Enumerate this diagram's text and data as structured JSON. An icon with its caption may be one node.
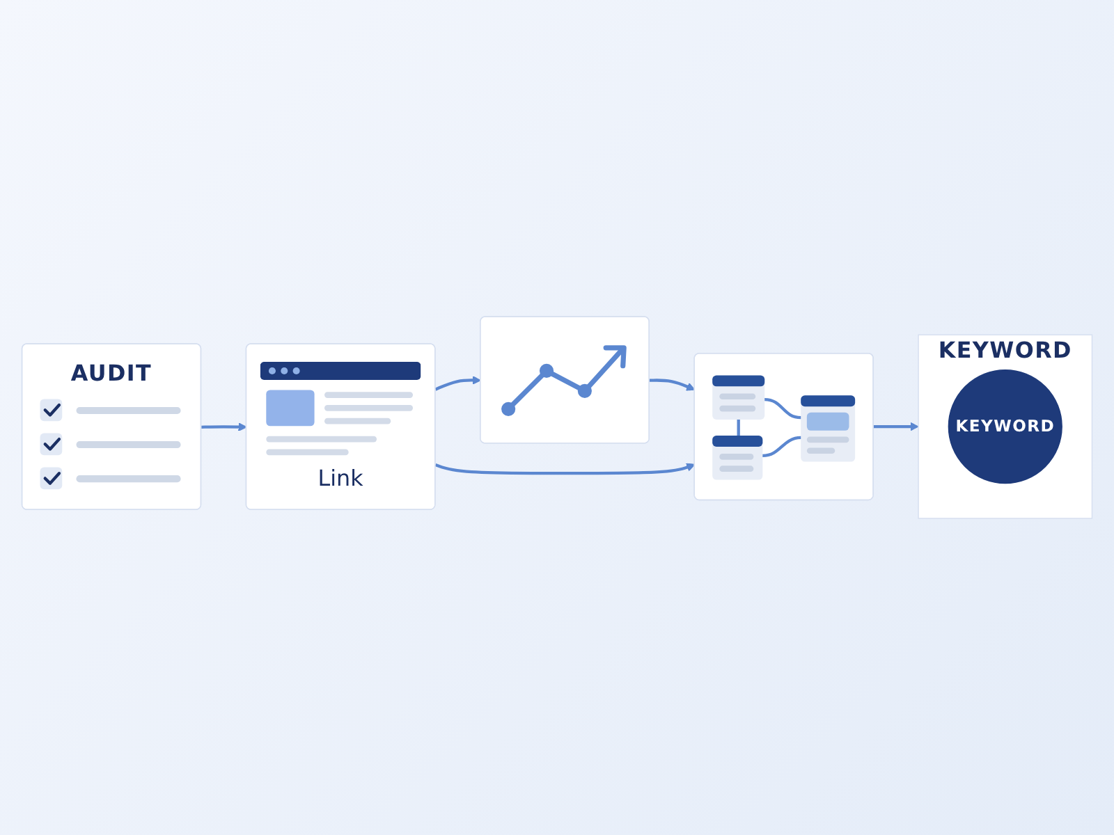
{
  "diagram": {
    "nodes": [
      {
        "text": [
          "AUDIT"
        ]
      },
      {
        "text": [
          "Link"
        ]
      },
      {
        "text": [],
        "shape": "picture"
      },
      {
        "text": [
          "KEYWORD"
        ]
      },
      {
        "text": [
          "KEYWORD"
        ],
        "in": 3
      },
      {
        "text": [],
        "shape": "picture"
      }
    ],
    "edges": [
      {
        "from": 0,
        "to": 1,
        "arrow": "to"
      },
      {
        "from": 1,
        "to": 2,
        "arrow": "to"
      },
      {
        "from": 2,
        "to": 5,
        "arrow": "to"
      },
      {
        "from": 1,
        "to": 5,
        "arrow": "to"
      },
      {
        "from": 5,
        "to": 3,
        "arrow": "to"
      }
    ]
  }
}
